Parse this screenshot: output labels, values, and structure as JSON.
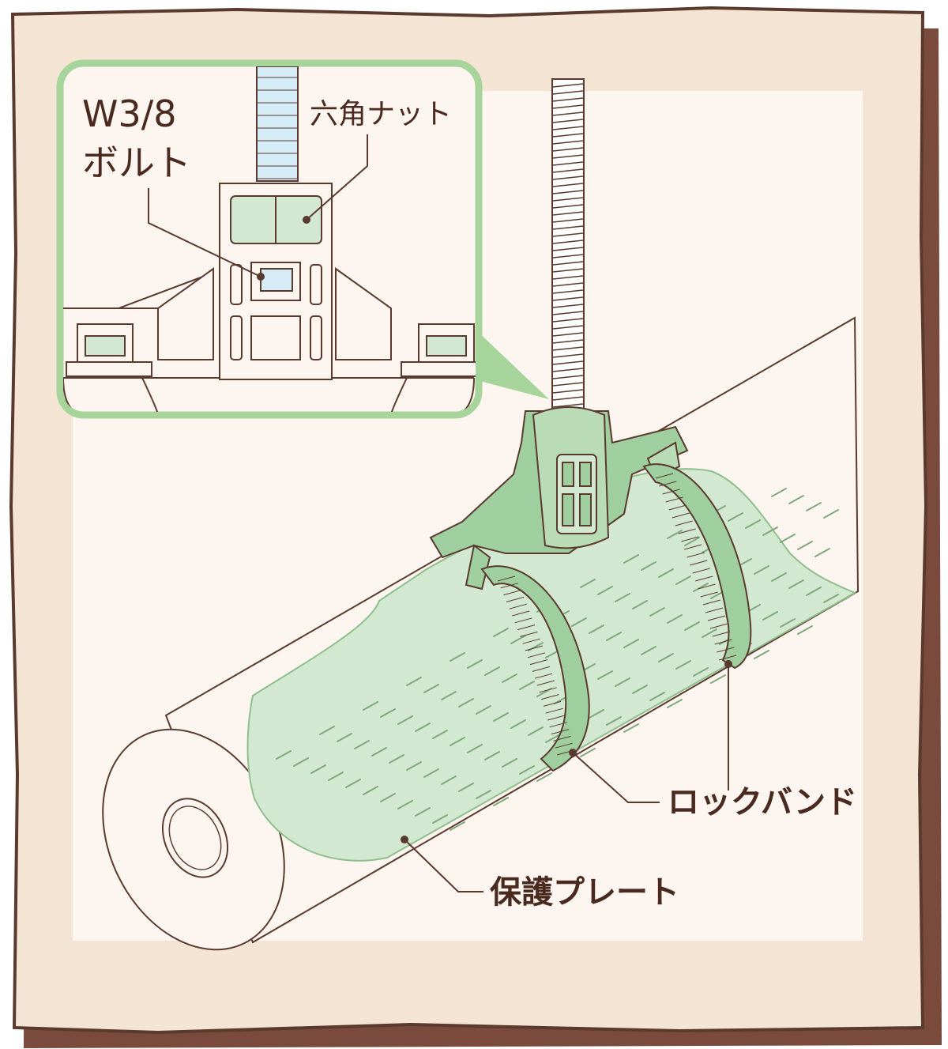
{
  "inset": {
    "bolt_label_line1": "W3/8",
    "bolt_label_line2": "ボルト",
    "nut_label": "六角ナット"
  },
  "callouts": {
    "lock_band": "ロックバンド",
    "protect_plate": "保護プレート"
  },
  "colors": {
    "frame_outer": "#7a4a3c",
    "frame_fill": "#f4e4d4",
    "canvas": "#fdf5ef",
    "outline": "#5a3a2e",
    "green": "#9fcf9f",
    "green_light": "#d2e8d0",
    "inset_border": "#a6d49a",
    "bolt_blue": "#d6ecf6"
  }
}
